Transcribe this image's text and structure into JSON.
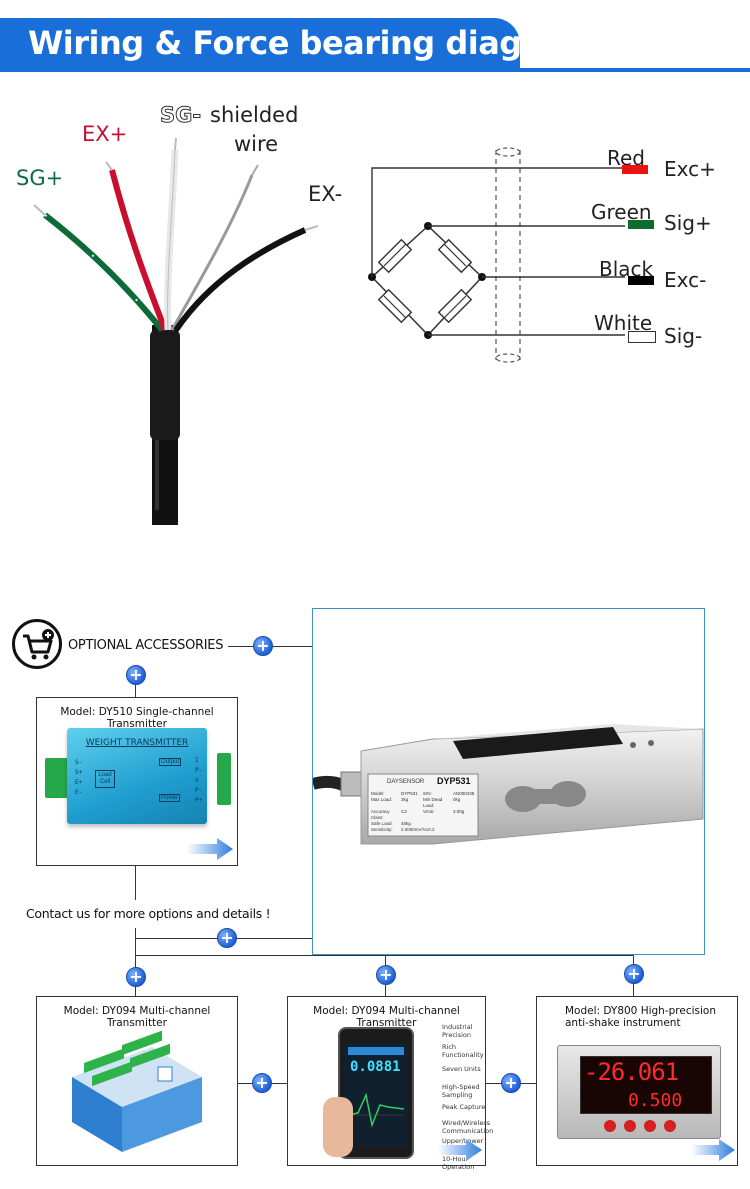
{
  "header": {
    "title": "Wiring & Force bearing diagram"
  },
  "wires": {
    "sg_plus": "SG+",
    "ex_plus": "EX+",
    "sg_minus": "SG-",
    "shielded": "shielded",
    "wire": "wire",
    "ex_minus": "EX-"
  },
  "wiring": [
    {
      "color_name": "Red",
      "signal": "Exc+",
      "swatch": "#ee1111"
    },
    {
      "color_name": "Green",
      "signal": "Sig+",
      "swatch": "#0d6b2e"
    },
    {
      "color_name": "Black",
      "signal": "Exc-",
      "swatch": "#000000"
    },
    {
      "color_name": "White",
      "signal": "Sig-",
      "swatch": "#ffffff"
    }
  ],
  "accessories": {
    "heading": "OPTIONAL ACCESSORIES",
    "contact": "Contact us for more options and details !",
    "dy510": {
      "title": "Model: DY510 Single-channel Transmitter",
      "device_label": "WEIGHT TRANSMITTER",
      "load_cell": "Load Cell",
      "output": "Output",
      "power": "Power",
      "left_pins": [
        "S-",
        "S+",
        "E+",
        "E-"
      ],
      "right_pins": [
        "I",
        "P-",
        "V",
        "P-",
        "P+"
      ]
    },
    "loadcell": {
      "brand": "DAYSENSOR",
      "model": "DYP531",
      "fields": [
        "Model:",
        "DYP531",
        "S/N:",
        "AN000439",
        "Max Load:",
        "3kg",
        "Min Dead Load:",
        "0kg",
        "Accuracy Class:",
        "C3",
        "Vmin:",
        "3.00g",
        "Safe Load:",
        "45kg",
        "Sensitivity:",
        "2.0000mV/V±0.2"
      ]
    },
    "dy094a": {
      "title": "Model: DY094 Multi-channel Transmitter"
    },
    "dy094b": {
      "title": "Model: DY094 Multi-channel Transmitter",
      "screen_value": "0.0881",
      "features": [
        "Industrial Precision",
        "Rich Functionality",
        "Seven Units",
        "High-Speed Sampling",
        "Peak Capture",
        "Wired/Wireless Communication",
        "Upper/Lower Limit Alarm",
        "10-Hour Operation"
      ]
    },
    "dy800": {
      "title": "Model: DY800 High-precision anti-shake instrument",
      "display_top": "-26.061",
      "display_bottom": "0.500"
    }
  }
}
